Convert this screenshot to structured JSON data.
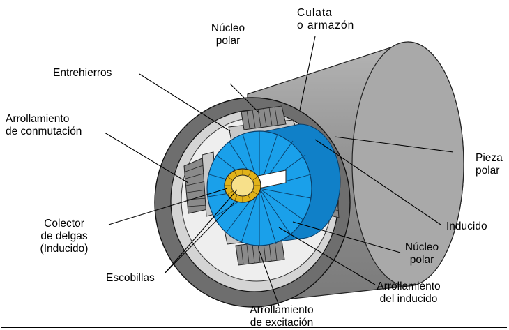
{
  "labels": {
    "culata": [
      "Culata",
      "o armazón"
    ],
    "nucleo_top": [
      "Núcleo",
      "polar"
    ],
    "entrehierros": "Entrehierros",
    "arr_conmutacion": [
      "Arrollamiento",
      "de conmutación"
    ],
    "pieza_polar": [
      "Pieza",
      "polar"
    ],
    "colector": [
      "Colector",
      "de delgas",
      "(Inducido)"
    ],
    "inducido": "Inducido",
    "nucleo_bottom": [
      "Núcleo",
      "polar"
    ],
    "escobillas": "Escobillas",
    "arr_inducido": [
      "Arrollamiento",
      "del inducido"
    ],
    "arr_excitacion": [
      "Arrollamiento",
      "de excitación"
    ]
  },
  "colors": {
    "housing_outer": "#8c8c8c",
    "housing_face": "#6e6e6e",
    "housing_inner": "#d4d4d4",
    "armature": "#1aa0ea",
    "commutator": "#e0b21a",
    "pole": "#c8c8c8"
  }
}
